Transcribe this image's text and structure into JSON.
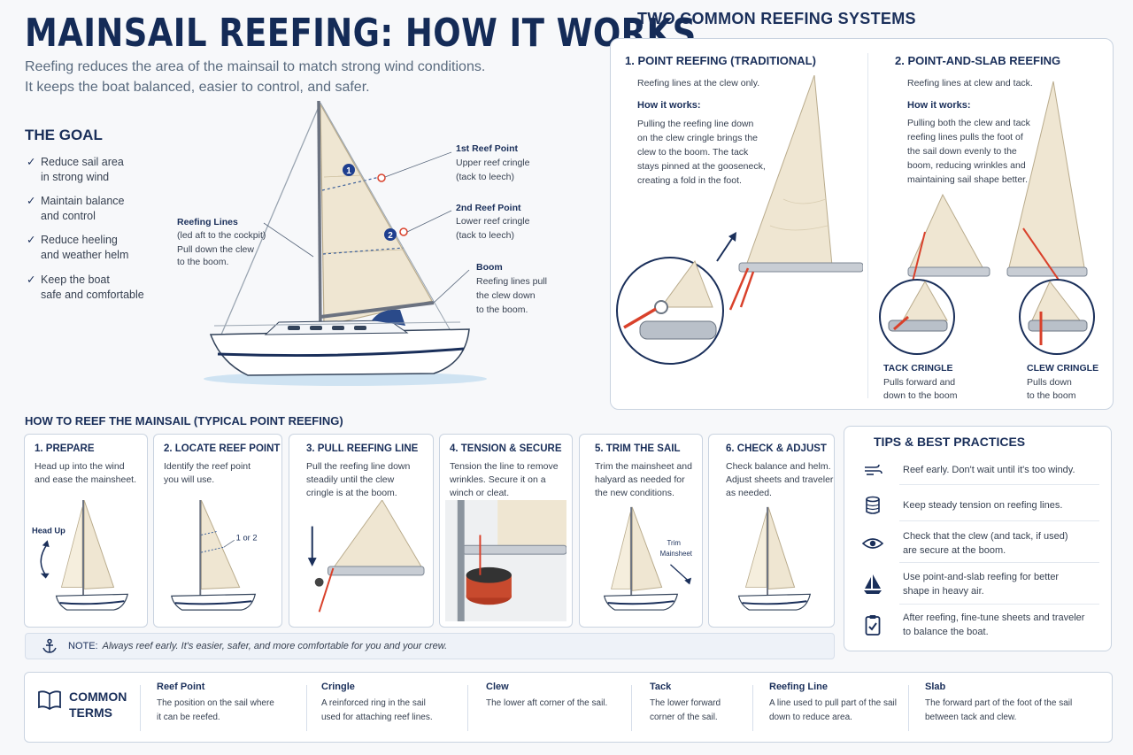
{
  "header": {
    "title": "MAINSAIL REEFING: HOW IT WORKS",
    "subtitle_lines": [
      "Reefing reduces the area of the mainsail to match strong wind conditions.",
      "It keeps the boat balanced, easier to control, and safer."
    ]
  },
  "goal": {
    "heading": "THE GOAL",
    "items": [
      {
        "line1": "Reduce sail area",
        "line2": "in strong wind"
      },
      {
        "line1": "Maintain balance",
        "line2": "and control"
      },
      {
        "line1": "Reduce heeling",
        "line2": "and weather helm"
      },
      {
        "line1": "Keep the boat",
        "line2": "safe and comfortable"
      }
    ]
  },
  "boat_diagram": {
    "markers": [
      "1",
      "2"
    ],
    "reef_1": {
      "title": "1st Reef Point",
      "line1": "Upper reef cringle",
      "line2": "(tack to leech)"
    },
    "reef_2": {
      "title": "2nd Reef Point",
      "line1": "Lower reef cringle",
      "line2": "(tack to leech)"
    },
    "reefing_lines": {
      "title": "Reefing Lines",
      "line1": "(led aft to the cockpit)",
      "line2": "Pull down the clew",
      "line3": "to the boom."
    },
    "boom": {
      "title": "Boom",
      "line1": "Reefing lines pull",
      "line2": "the clew down",
      "line3": "to the boom."
    }
  },
  "systems": {
    "heading": "TWO COMMON REEFING SYSTEMS",
    "point": {
      "title": "1. POINT REEFING (TRADITIONAL)",
      "intro": "Reefing lines at the clew only.",
      "how_label": "How it works:",
      "how_lines": [
        "Pulling the reefing line down",
        "on the clew cringle brings the",
        "clew to the boom. The tack",
        "stays pinned at the gooseneck,",
        "creating a fold in the foot."
      ]
    },
    "slab": {
      "title": "2. POINT-AND-SLAB REEFING",
      "intro": "Reefing lines at clew and tack.",
      "how_label": "How it works:",
      "how_lines": [
        "Pulling both the clew and tack",
        "reefing lines pulls the foot of",
        "the sail down evenly to the",
        "boom, reducing wrinkles and",
        "maintaining sail shape better."
      ],
      "tack_cringle": {
        "title": "TACK CRINGLE",
        "line1": "Pulls forward and",
        "line2": "down to the boom"
      },
      "clew_cringle": {
        "title": "CLEW CRINGLE",
        "line1": "Pulls down",
        "line2": "to the boom"
      }
    }
  },
  "steps": {
    "heading": "HOW TO REEF THE MAINSAIL (TYPICAL POINT REEFING)",
    "items": [
      {
        "title": "1.  PREPARE",
        "lines": [
          "Head up into the wind",
          "and ease the mainsheet."
        ],
        "art_label": "Head Up"
      },
      {
        "title": "2.  LOCATE REEF POINT",
        "lines": [
          "Identify the reef point",
          "you will use."
        ],
        "art_label": "1 or 2"
      },
      {
        "title": "3.  PULL REEFING LINE",
        "lines": [
          "Pull the reefing line down",
          "steadily until the clew",
          "cringle is at the boom."
        ]
      },
      {
        "title": "4.  TENSION & SECURE",
        "lines": [
          "Tension the line to remove",
          "wrinkles. Secure it on a",
          "winch or cleat."
        ]
      },
      {
        "title": "5.  TRIM THE SAIL",
        "lines": [
          "Trim the mainsheet and",
          "halyard as needed for",
          "the new conditions."
        ],
        "art_label_1": "Trim",
        "art_label_2": "Mainsheet"
      },
      {
        "title": "6.  CHECK & ADJUST",
        "lines": [
          "Check balance and helm.",
          "Adjust sheets and traveler",
          "as needed."
        ]
      }
    ]
  },
  "note": {
    "label": "NOTE:",
    "text": "Always reef early. It's easier, safer, and more comfortable for you and your crew."
  },
  "tips": {
    "heading": "TIPS & BEST PRACTICES",
    "items": [
      {
        "icon": "wind-icon",
        "lines": [
          "Reef early. Don't wait until it's too windy."
        ]
      },
      {
        "icon": "winch-icon",
        "lines": [
          "Keep steady tension on reefing lines."
        ]
      },
      {
        "icon": "eye-icon",
        "lines": [
          "Check that the clew (and tack, if used)",
          "are secure at the boom."
        ]
      },
      {
        "icon": "sailboat-icon",
        "lines": [
          "Use point-and-slab reefing for better",
          "shape in heavy air."
        ]
      },
      {
        "icon": "checklist-icon",
        "lines": [
          "After reefing, fine-tune sheets and traveler",
          "to balance the boat."
        ]
      }
    ]
  },
  "terms": {
    "heading_line1": "COMMON",
    "heading_line2": "TERMS",
    "items": [
      {
        "name": "Reef Point",
        "lines": [
          "The position on the sail where",
          "it can be reefed."
        ]
      },
      {
        "name": "Cringle",
        "lines": [
          "A reinforced ring in the sail",
          "used for attaching reef lines."
        ]
      },
      {
        "name": "Clew",
        "lines": [
          "The lower aft corner of the sail."
        ]
      },
      {
        "name": "Tack",
        "lines": [
          "The lower forward",
          "corner of the sail."
        ]
      },
      {
        "name": "Reefing Line",
        "lines": [
          "A line used to pull part of the sail",
          "down to reduce area."
        ]
      },
      {
        "name": "Slab",
        "lines": [
          "The forward part of the foot of the sail",
          "between tack and clew."
        ]
      }
    ]
  },
  "colors": {
    "navy": "#1a2f5a",
    "sail": "#efe6d2",
    "reef_line": "#d9412b",
    "panel_border": "#c9d3e0"
  }
}
